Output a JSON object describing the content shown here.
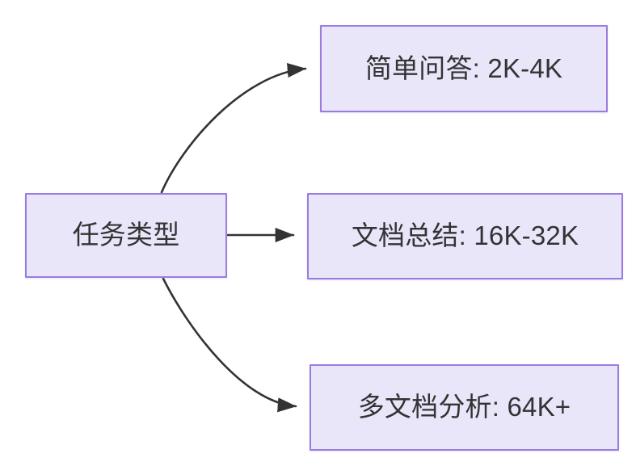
{
  "diagram": {
    "type": "flowchart",
    "direction": "left-to-right",
    "background_color": "#ffffff",
    "node_fill_color": "#eae6fa",
    "node_border_color": "#9a7ce0",
    "text_color": "#333333",
    "edge_color": "#333333",
    "nodes": [
      {
        "id": "root",
        "label": "任务类型"
      },
      {
        "id": "simple",
        "label": "简单问答: 2K-4K"
      },
      {
        "id": "doc",
        "label": "文档总结: 16K-32K"
      },
      {
        "id": "multi",
        "label": "多文档分析: 64K+"
      }
    ],
    "edges": [
      {
        "from": "root",
        "to": "simple",
        "label": "",
        "style": "curved-arrow"
      },
      {
        "from": "root",
        "to": "doc",
        "label": "",
        "style": "straight-arrow"
      },
      {
        "from": "root",
        "to": "multi",
        "label": "",
        "style": "curved-arrow"
      }
    ]
  }
}
